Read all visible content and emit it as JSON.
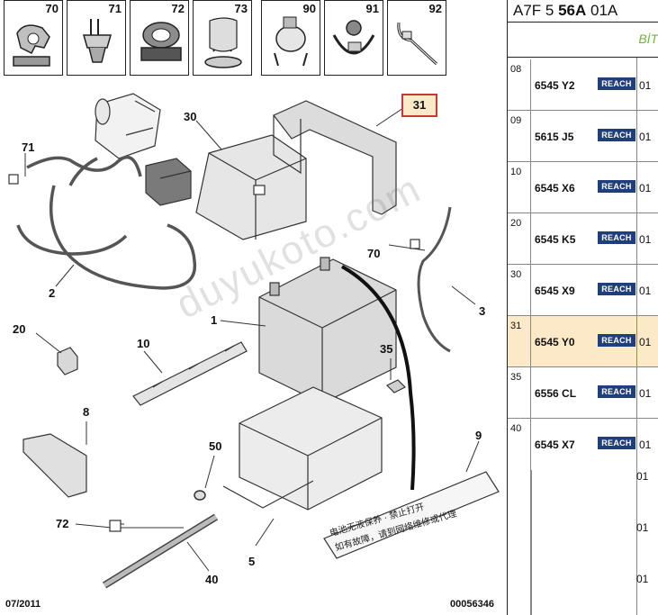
{
  "clips": [
    {
      "num": "70",
      "icon": "clip-70-icon"
    },
    {
      "num": "71",
      "icon": "clip-71-icon"
    },
    {
      "num": "72",
      "icon": "clip-72-icon"
    },
    {
      "num": "73",
      "icon": "clip-73-icon"
    },
    {
      "num": "90",
      "icon": "clip-90-icon"
    },
    {
      "num": "91",
      "icon": "clip-91-icon"
    },
    {
      "num": "92",
      "icon": "cable-tie-icon"
    }
  ],
  "callouts": {
    "c71": "71",
    "c30": "30",
    "c31": "31",
    "c2": "2",
    "c1": "1",
    "c70": "70",
    "c3": "3",
    "c20": "20",
    "c10": "10",
    "c35": "35",
    "c8": "8",
    "c9": "9",
    "c50": "50",
    "c72": "72",
    "c5": "5",
    "c40": "40"
  },
  "warning_label": {
    "line1": "电池无液保养 · 禁止打开",
    "line2": "如有故障，请到网络维修或代理"
  },
  "watermark": "duyukoto.com",
  "footer": {
    "date": "07/2011",
    "code": "00056346"
  },
  "parts_panel": {
    "header_prefix": "A7F 5 ",
    "header_bold": "56A",
    "header_suffix": " 01A",
    "subheader": "BİTİ",
    "rows": [
      {
        "item": "08",
        "ref": "6545 Y2",
        "badge": "REACH",
        "qty": "01",
        "highlight": false
      },
      {
        "item": "09",
        "ref": "5615 J5",
        "badge": "REACH",
        "qty": "01",
        "highlight": false
      },
      {
        "item": "10",
        "ref": "6545 X6",
        "badge": "REACH",
        "qty": "01",
        "highlight": false
      },
      {
        "item": "20",
        "ref": "6545 K5",
        "badge": "REACH",
        "qty": "01",
        "highlight": false
      },
      {
        "item": "30",
        "ref": "6545 X9",
        "badge": "REACH",
        "qty": "01",
        "highlight": false
      },
      {
        "item": "31",
        "ref": "6545 Y0",
        "badge": "REACH",
        "qty": "01",
        "highlight": true
      },
      {
        "item": "35",
        "ref": "6556 CL",
        "badge": "REACH",
        "qty": "01",
        "highlight": false
      },
      {
        "item": "40",
        "ref": "6545 X7",
        "badge": "REACH",
        "qty": "01",
        "highlight": false
      }
    ],
    "extra_qty": [
      "01",
      "01",
      "01"
    ]
  },
  "colors": {
    "highlight_bg": "#fbe9c8",
    "highlight_border": "#c83a3a",
    "badge_bg": "#203f7a",
    "subheader_green": "#6fb53b"
  }
}
